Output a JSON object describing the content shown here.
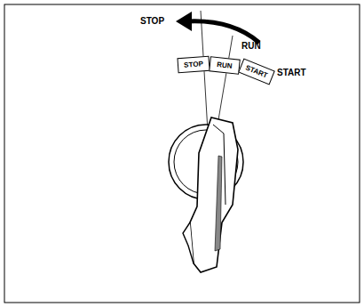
{
  "diagram": {
    "nodes": [
      {
        "text": [
          "STOP"
        ]
      },
      {
        "text": [
          "RUN"
        ]
      },
      {
        "text": [
          "START"
        ]
      }
    ],
    "labels": [
      "STOP",
      "RUN",
      "START"
    ]
  }
}
